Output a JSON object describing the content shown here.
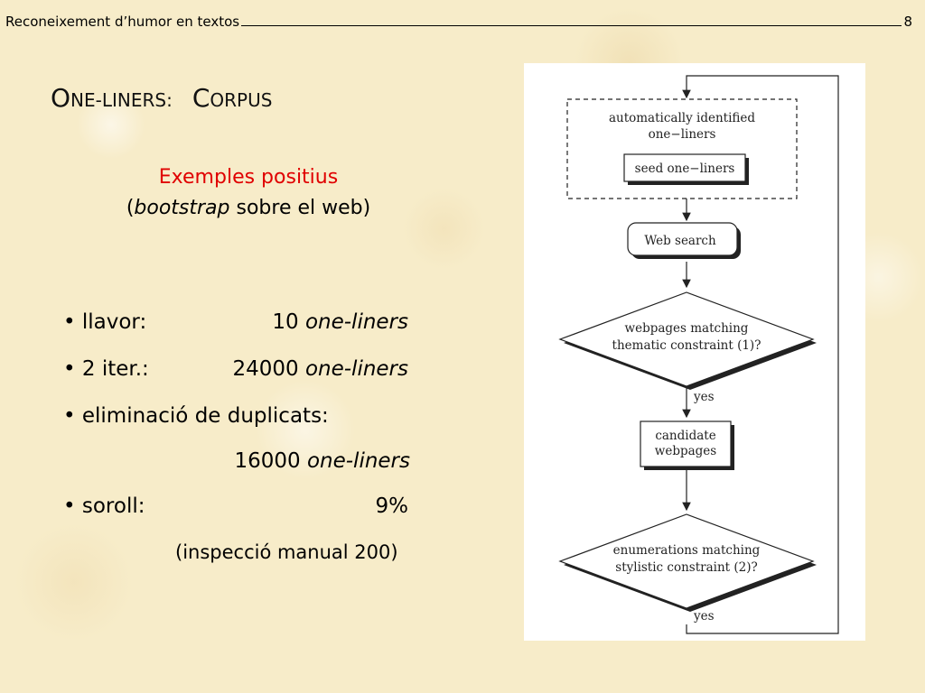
{
  "header": {
    "course_title": "Reconeixement d’humor en textos",
    "page_number": "8"
  },
  "slide": {
    "title_part1_initial": "O",
    "title_part1_rest": "NE-LINERS:",
    "title_part2_initial": "C",
    "title_part2_rest": "ORPUS",
    "subtitle_red": "Exemples positius",
    "subtitle_paren_open": "(",
    "subtitle_italic": "bootstrap",
    "subtitle_rest": " sobre el web)"
  },
  "bullets": [
    {
      "label": "• llavor:",
      "value_num": "10 ",
      "value_unit": "one-liners"
    },
    {
      "label": "• 2 iter.:",
      "value_num": "24000 ",
      "value_unit": "one-liners"
    },
    {
      "label": "• eliminació de duplicats:",
      "value_num": "16000 ",
      "value_unit": "one-liners"
    },
    {
      "label": "• soroll:",
      "value_num": "9%",
      "value_unit": ""
    }
  ],
  "note": "(inspecció manual 200)",
  "flowchart": {
    "group_label_line1": "automatically identified",
    "group_label_line2": "one−liners",
    "seed_box": "seed one−liners",
    "web_search_box": "Web search",
    "decision1_line1": "webpages matching",
    "decision1_line2": "thematic constraint (1)?",
    "yes1": "yes",
    "candidate_line1": "candidate",
    "candidate_line2": "webpages",
    "decision2_line1": "enumerations matching",
    "decision2_line2": "stylistic constraint (2)?",
    "yes2": "yes"
  }
}
